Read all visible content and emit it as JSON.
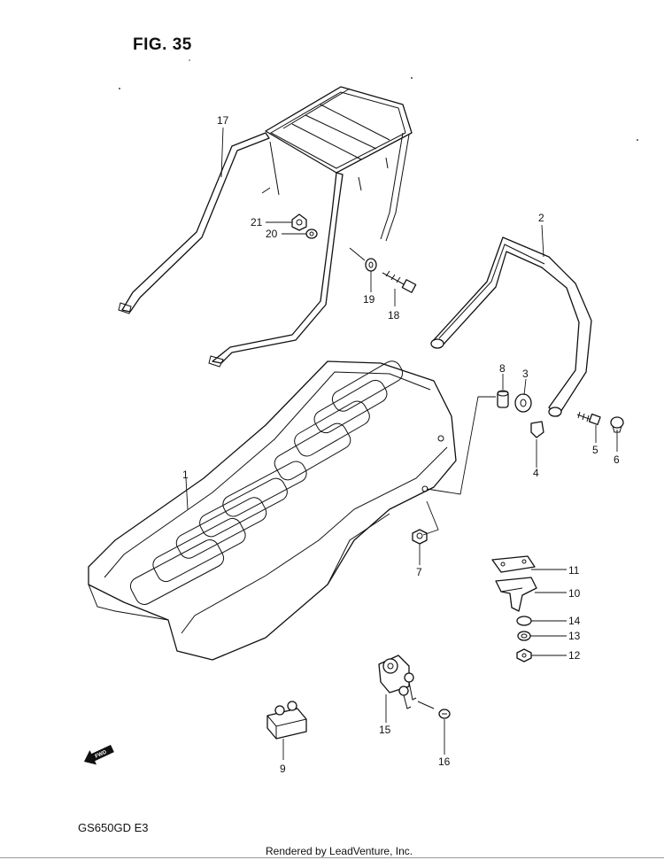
{
  "figure": {
    "title": "FIG. 35"
  },
  "model_code": "GS650GD  E3",
  "footer": "Rendered by LeadVenture, Inc.",
  "fwd_marker": {
    "label": "FWD",
    "icon": "fwd-arrow-icon"
  },
  "callouts": [
    {
      "id": "1",
      "part": "seat"
    },
    {
      "id": "2",
      "part": "seat-handle-strap"
    },
    {
      "id": "3",
      "part": "cushion"
    },
    {
      "id": "4",
      "part": "clip"
    },
    {
      "id": "5",
      "part": "bolt"
    },
    {
      "id": "6",
      "part": "cap"
    },
    {
      "id": "7",
      "part": "nut"
    },
    {
      "id": "8",
      "part": "spacer"
    },
    {
      "id": "9",
      "part": "seat-hook"
    },
    {
      "id": "10",
      "part": "seat-lock-bracket"
    },
    {
      "id": "11",
      "part": "plate"
    },
    {
      "id": "12",
      "part": "nut"
    },
    {
      "id": "13",
      "part": "lock-washer"
    },
    {
      "id": "14",
      "part": "washer"
    },
    {
      "id": "15",
      "part": "seat-lock-with-keys"
    },
    {
      "id": "16",
      "part": "screw"
    },
    {
      "id": "17",
      "part": "rear-carrier"
    },
    {
      "id": "18",
      "part": "bolt"
    },
    {
      "id": "19",
      "part": "washer"
    },
    {
      "id": "20",
      "part": "washer"
    },
    {
      "id": "21",
      "part": "nut"
    }
  ]
}
